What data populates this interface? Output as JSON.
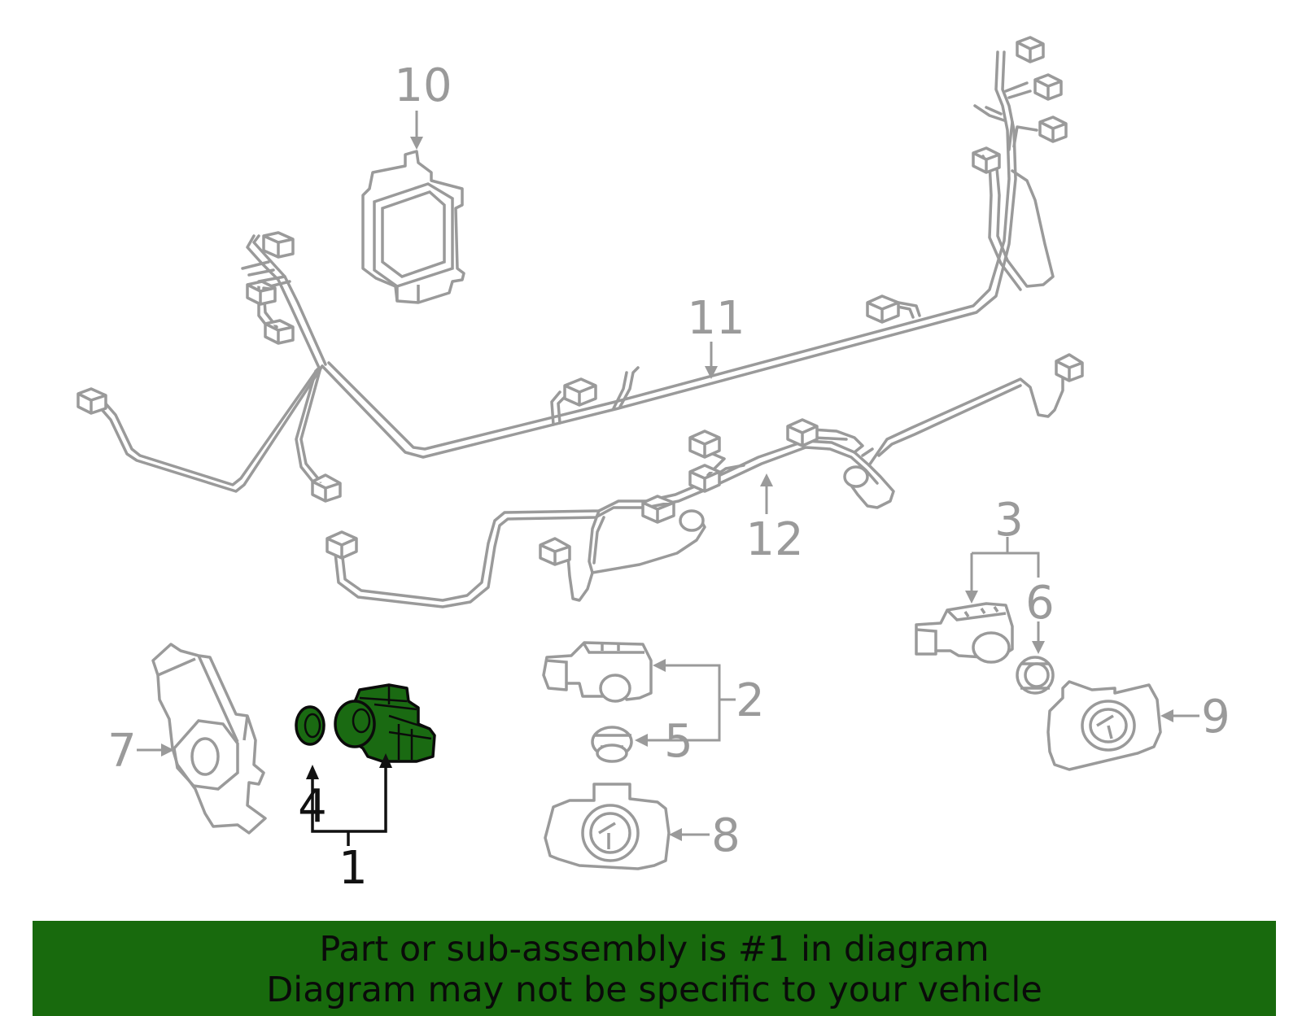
{
  "callouts": {
    "c1": "1",
    "c2": "2",
    "c3": "3",
    "c4": "4",
    "c5": "5",
    "c6": "6",
    "c7": "7",
    "c8": "8",
    "c9": "9",
    "c10": "10",
    "c11": "11",
    "c12": "12"
  },
  "highlighted_part": "1",
  "colors": {
    "highlight": "#1a6a12",
    "banner": "#186a0d",
    "line_art": "#9a9a9a"
  },
  "banner": {
    "line1": "Part or sub-assembly is #1 in diagram",
    "line2": "Diagram may not be specific to your vehicle"
  }
}
